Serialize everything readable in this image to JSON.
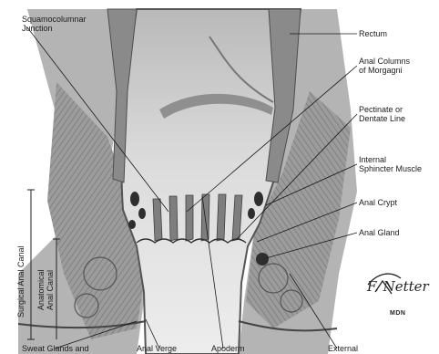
{
  "labels": {
    "squamocolumnar_junction": "Squamocolumnar\nJunction",
    "rectum": "Rectum",
    "anal_columns": "Anal Columns\nof Morgagni",
    "pectinate_line": "Pectinate or\nDentate Line",
    "internal_sphincter": "Internal\nSphincter Muscle",
    "anal_crypt": "Anal Crypt",
    "anal_gland": "Anal Gland",
    "surgical_anal_canal": "Surgical Anal Canal",
    "anatomical_anal_canal_line1": "Anatomical",
    "anatomical_anal_canal_line2": "Anal Canal",
    "sweat_glands": "Sweat Glands and",
    "anal_verge": "Anal Verge",
    "apoderm": "Apoderm",
    "external": "External"
  },
  "signature": {
    "name": "F. Netter",
    "mark": "MDN"
  },
  "colors": {
    "tissue_dark": "#6f6f6f",
    "tissue_mid": "#a3a3a3",
    "tissue_light": "#cfcfcf",
    "lumen": "#e3e3e3",
    "leader": "#1a1a1a"
  }
}
